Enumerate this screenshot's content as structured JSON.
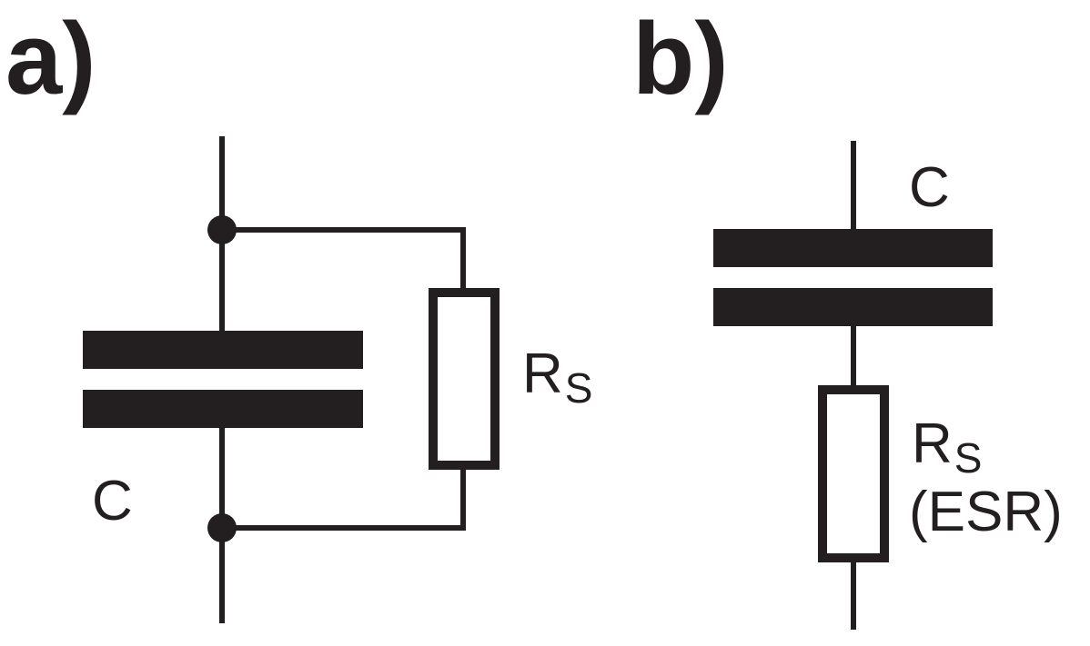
{
  "panels": [
    {
      "label": "a)",
      "capacitor_label": "C",
      "resistor_label": "R",
      "resistor_subscript": "S",
      "connection": "parallel"
    },
    {
      "label": "b)",
      "capacitor_label": "C",
      "resistor_label": "R",
      "resistor_subscript": "S",
      "resistor_note": "(ESR)",
      "connection": "series"
    }
  ],
  "colors": {
    "ink": "#231f20",
    "background": "#ffffff"
  }
}
